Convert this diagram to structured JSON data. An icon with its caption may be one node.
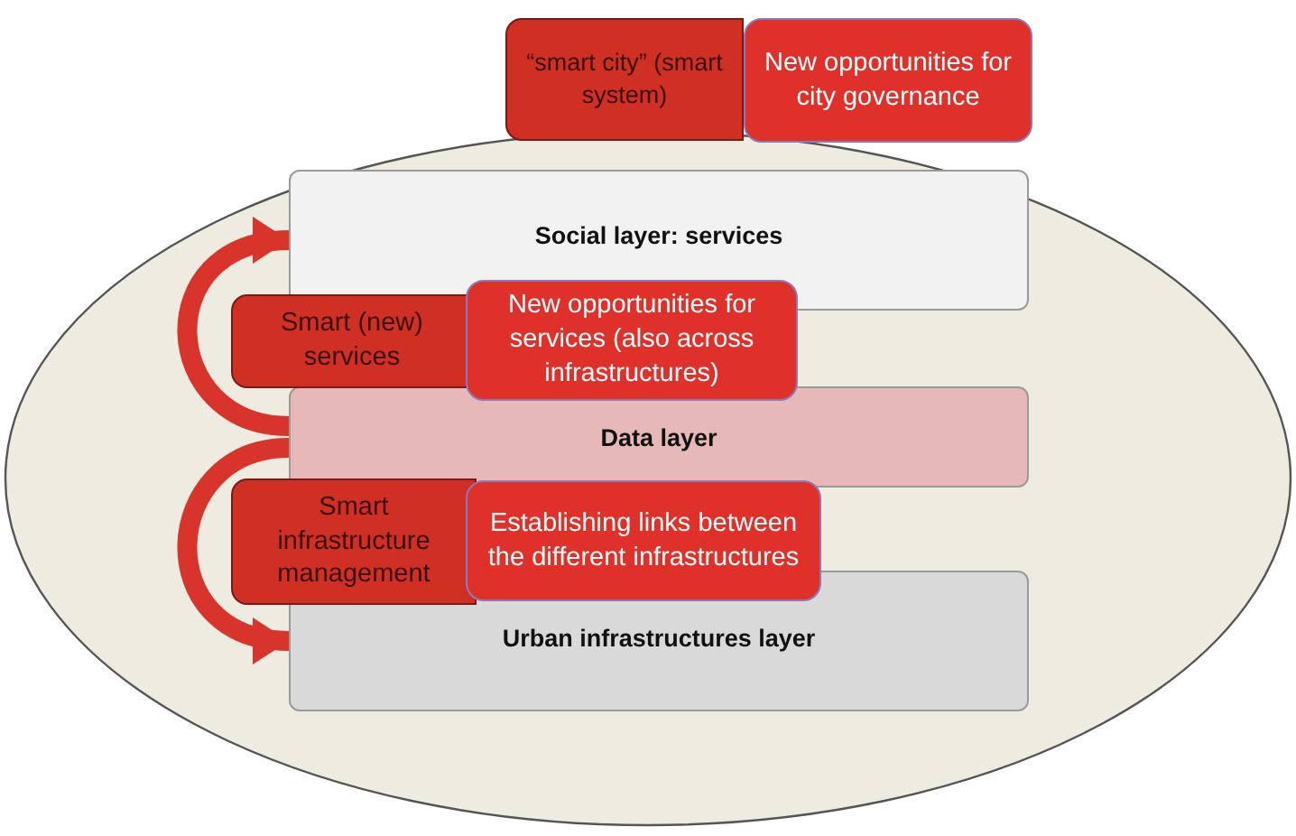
{
  "diagram": {
    "nodes": [
      {
        "text": [],
        "shape": "ellipse"
      },
      {
        "text": [
          "“smart city” (smart system)"
        ]
      },
      {
        "text": [
          "New opportunities for city governance"
        ]
      },
      {
        "text": [
          "Social layer: services"
        ],
        "in": 0
      },
      {
        "text": [
          "Smart (new) services"
        ],
        "in": 0
      },
      {
        "text": [
          "New opportunities for services (also across infrastructures)"
        ],
        "in": 0
      },
      {
        "text": [
          "Data layer"
        ],
        "in": 0
      },
      {
        "text": [
          "Smart infrastructure management"
        ],
        "in": 0
      },
      {
        "text": [
          "Establishing links between the different infrastructures"
        ],
        "in": 0
      },
      {
        "text": [
          "Urban infrastructures layer"
        ],
        "in": 0
      }
    ],
    "edges": [
      {
        "from": 6,
        "to": 3,
        "arrow": "to"
      },
      {
        "from": 6,
        "to": 9,
        "arrow": "to"
      }
    ]
  }
}
